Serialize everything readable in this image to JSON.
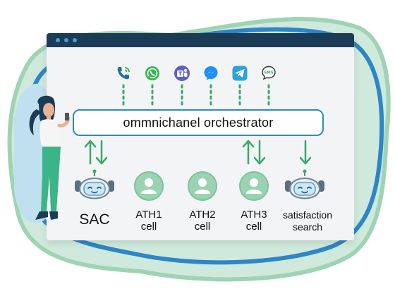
{
  "diagram": {
    "orchestrator_label": "ommnichanel orchestrator",
    "channels": [
      {
        "icon": "phone-icon",
        "color": "#1f6fa8"
      },
      {
        "icon": "whatsapp-icon",
        "color": "#2fb84c"
      },
      {
        "icon": "teams-icon",
        "color": "#5b5fc7"
      },
      {
        "icon": "messenger-icon",
        "color": "#1e90ff"
      },
      {
        "icon": "telegram-icon",
        "color": "#2aa3dc"
      },
      {
        "icon": "sms-icon",
        "color": "#333333"
      }
    ],
    "nodes": [
      {
        "label_1": "SAC",
        "label_2": "",
        "icon": "robot-icon"
      },
      {
        "label_1": "ATH1",
        "label_2": "cell",
        "icon": "user-icon"
      },
      {
        "label_1": "ATH2",
        "label_2": "cell",
        "icon": "user-icon"
      },
      {
        "label_1": "ATH3",
        "label_2": "cell",
        "icon": "user-icon"
      },
      {
        "label_1": "satisfaction",
        "label_2": "search",
        "icon": "robot-icon"
      }
    ],
    "colors": {
      "window_bar": "#1b3b57",
      "orchestrator_border": "#2e8ac0",
      "arrow_green": "#3aa86b",
      "dotted_green": "#3aa86b",
      "blob_blue": "#2d86c6",
      "blob_green": "#9fd3b4"
    }
  }
}
